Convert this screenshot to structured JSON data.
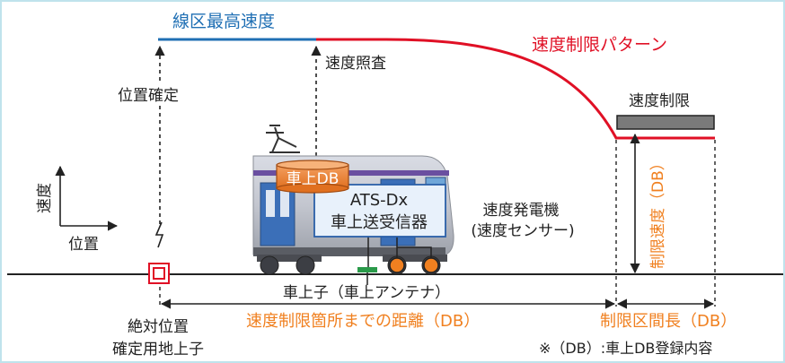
{
  "labels": {
    "line_max_speed": "線区最高速度",
    "speed_check": "速度照査",
    "pattern": "速度制限パターン",
    "position_confirm": "位置確定",
    "speed_limit": "速度制限",
    "onboard_db": "車上DB",
    "ats_name": "ATS-Dx",
    "ats_device": "車上送受信器",
    "generator": "速度発電機",
    "generator_sub": "(速度センサー)",
    "axis_speed": "速度",
    "axis_position": "位置",
    "limit_speed_db": "制限速度（DB）",
    "onboard_coil": "車上子（車上アンテナ）",
    "distance": "速度制限箇所までの距離（DB）",
    "section_length": "制限区間長（DB）",
    "abs_pos_line1": "絶対位置",
    "abs_pos_line2": "確定用地上子",
    "footnote": "※（DB）:車上DB登録内容"
  },
  "colors": {
    "blue": "#1f6fb4",
    "red": "#e01025",
    "orange": "#f08020",
    "gray": "#808080"
  }
}
